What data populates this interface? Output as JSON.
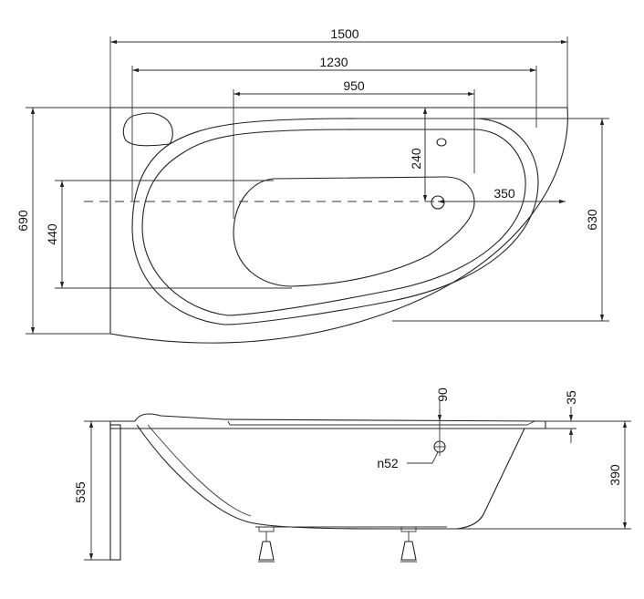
{
  "top_view": {
    "dimensions": {
      "overall_length": "1500",
      "inner_length": "1230",
      "bottom_length": "950",
      "overall_width": "690",
      "inner_width": "630",
      "bottom_width": "440",
      "drain_offset_y": "240",
      "drain_offset_x": "350"
    }
  },
  "side_view": {
    "dimensions": {
      "total_height": "535",
      "tub_depth": "390",
      "overflow_offset": "90",
      "rim_thickness": "35"
    },
    "overflow_label": "n52"
  }
}
